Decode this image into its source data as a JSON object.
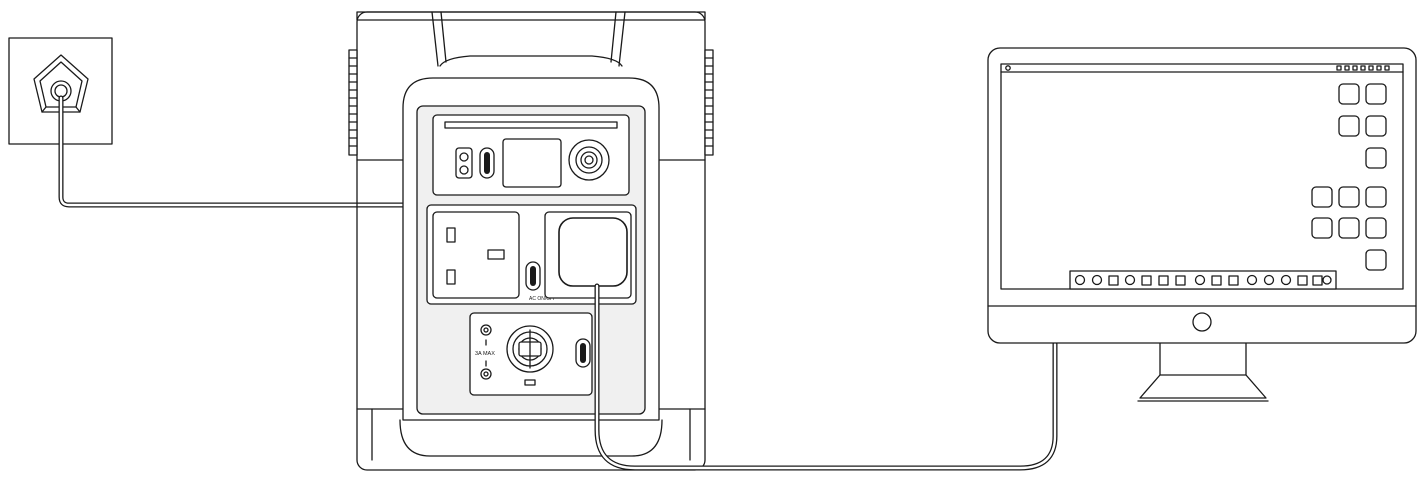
{
  "diagram": {
    "stroke_color": "#1a1a1a",
    "panel_fill": "#f0f0f0",
    "background": "#ffffff",
    "labels": {
      "ac_switch": "AC ON/OFF",
      "usb_rating": "3A MAX"
    },
    "components": {
      "wall_outlet": "wall-outlet-icon",
      "power_station": "portable-power-station",
      "monitor": "desktop-monitor-icon"
    }
  }
}
